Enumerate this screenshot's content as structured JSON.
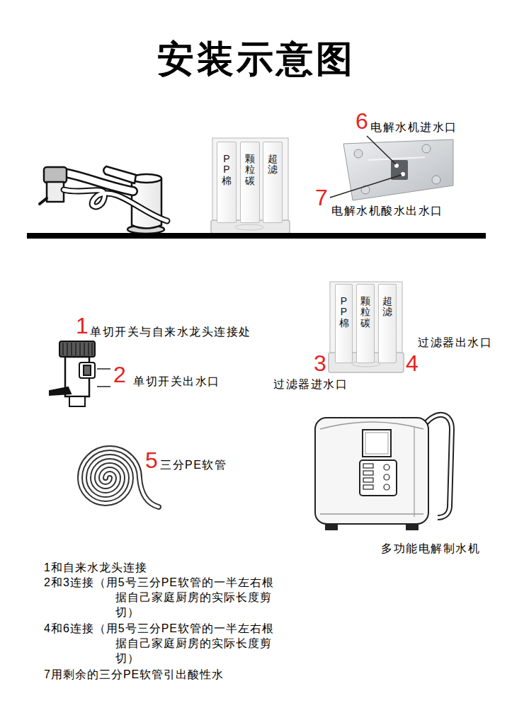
{
  "diagram": {
    "title": "安装示意图",
    "nodes": [
      {
        "text": [
          "PP棉"
        ]
      },
      {
        "text": [
          "颗粒碳"
        ]
      },
      {
        "text": [
          "超滤"
        ]
      },
      {
        "text": [
          "PP棉"
        ]
      },
      {
        "text": [
          "颗粒碳"
        ]
      },
      {
        "text": [
          "超滤"
        ]
      },
      {
        "text": [
          "多功能电解制水机"
        ]
      }
    ],
    "labels": [
      "6",
      "电解水机进水口",
      "7",
      "电解水机酸水出水口",
      "1",
      "单切开关与自来水龙头连接处",
      "3",
      "4",
      "过滤器出水口",
      "2",
      "单切开关出水口",
      "过滤器进水口",
      "5",
      "三分PE软管",
      "1和自来水龙头连接",
      "2和3连接（用5号三分PE软管的一半左右根据自己家庭厨房的实际长度剪切）",
      "4和6连接（用5号三分PE软管的一半左右根据自己家庭厨房的实际长度剪切）",
      "7用剩余的三分PE软管引出酸性水"
    ]
  }
}
